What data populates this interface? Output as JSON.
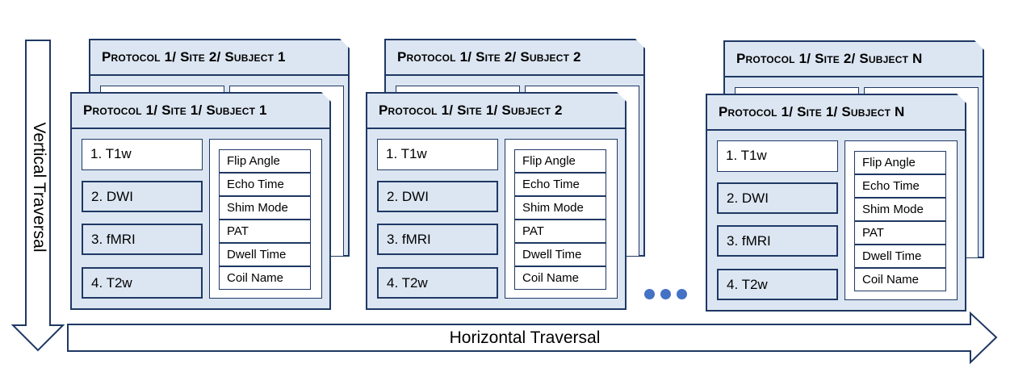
{
  "colors": {
    "card_fill": "#dce6f2",
    "border": "#1f3864",
    "dots": "#4472c4"
  },
  "axes": {
    "vertical": "Vertical Traversal",
    "horizontal": "Horizontal Traversal"
  },
  "columns": [
    {
      "back_title": "Protocol 1/ Site 2/ Subject 1",
      "front_title": "Protocol 1/ Site 1/ Subject 1"
    },
    {
      "back_title": "Protocol 1/ Site 2/ Subject 2",
      "front_title": "Protocol 1/ Site 1/ Subject 2"
    },
    {
      "back_title": "Protocol 1/ Site 2/ Subject N",
      "front_title": "Protocol 1/ Site 1/ Subject N"
    }
  ],
  "sequences": [
    "1. T1w",
    "2. DWI",
    "3. fMRI",
    "4. T2w"
  ],
  "parameters": [
    "Flip Angle",
    "Echo Time",
    "Shim Mode",
    "PAT",
    "Dwell Time",
    "Coil Name"
  ],
  "ellipsis_icon": "ellipsis-dots-icon"
}
